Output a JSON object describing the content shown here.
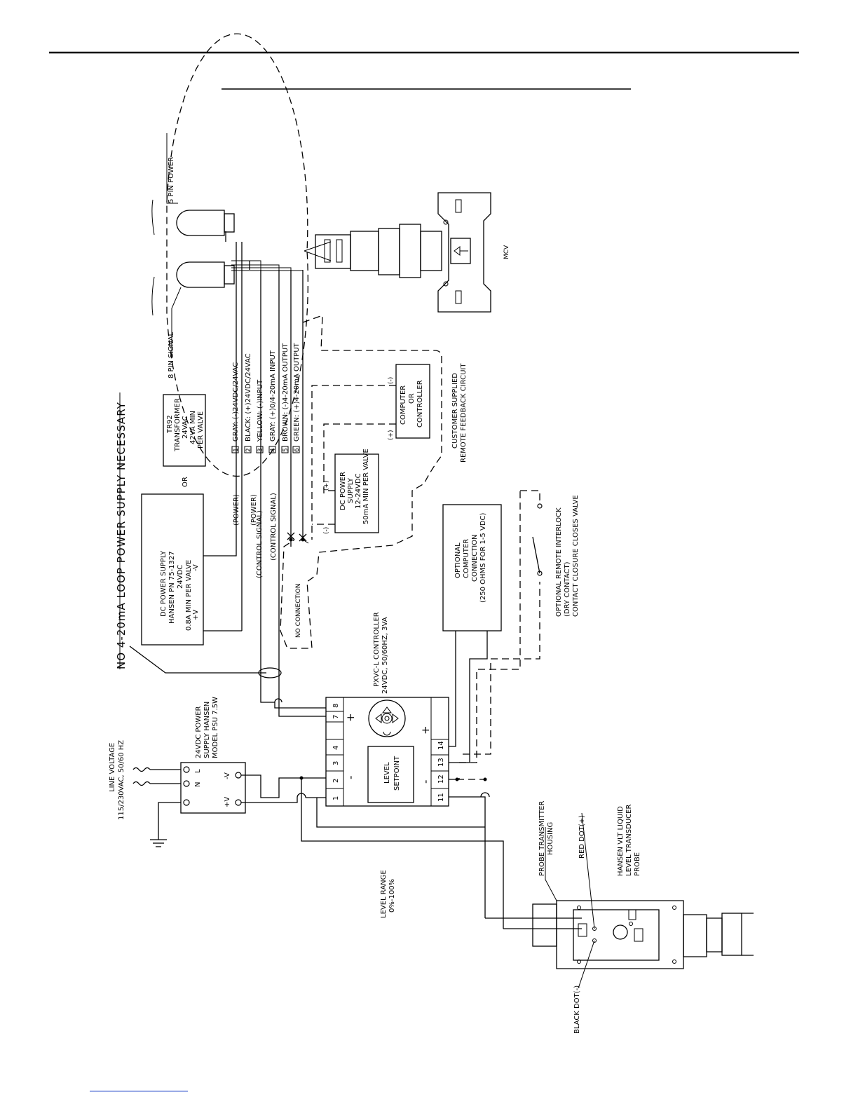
{
  "header": {
    "rule_color": "#000000"
  },
  "main_title": "NO 4-20mA LOOP POWER SUPPLY NECESSARY",
  "line_voltage": {
    "line1": "LINE VOLTAGE",
    "line2": "115/230VAC, 50/60 HZ"
  },
  "psu24": {
    "caption": [
      "24VDC POWER",
      "SUPPLY HANSEN",
      "MODEL PSU 7.5W"
    ],
    "terminals": {
      "l": "L",
      "n": "N",
      "vminus": "-V",
      "vplus": "+V"
    }
  },
  "dc_supply": {
    "lines": [
      "DC POWER SUPPLY",
      "HANSEN PN 75-1327",
      "24VDC",
      "0.8A MIN PER VALVE"
    ],
    "vminus": "-V",
    "vplus": "+V"
  },
  "or_text": "OR",
  "tr92": {
    "lines": [
      "TR92",
      "TRANSFORMER",
      "24VAC",
      "42VA MIN",
      "PER VALVE"
    ]
  },
  "cable_labels": {
    "power1": "(POWER)",
    "power2": "(POWER)",
    "control1": "(CONTROL SIGNAL)",
    "control2": "(CONTROL SIGNAL)"
  },
  "wires": [
    {
      "num": "1",
      "text": "GRAY: (-)24VDC/24VAC"
    },
    {
      "num": "2",
      "text": "BLACK: (+)24VDC/24VAC"
    },
    {
      "num": "3",
      "text": "YELLOW: (-)INPUT"
    },
    {
      "num": "4",
      "text": "GRAY: (+)0/4-20mA INPUT"
    },
    {
      "num": "5",
      "text": "BROWN: (-)4-20mA OUTPUT"
    },
    {
      "num": "6",
      "text": "GREEN: (+)4-20mA OUTPUT"
    }
  ],
  "connectors": {
    "pin5": "5 PIN POWER",
    "pin8": "8 PIN SIGNAL"
  },
  "mcv": "MCV",
  "dc_supply2": {
    "lines": [
      "DC POWER",
      "SUPPLY",
      "12-24VDC",
      "50mA MIN PER VALVE"
    ],
    "plus": "(+)",
    "minus": "(-)"
  },
  "computer": {
    "lines": [
      "COMPUTER",
      "OR",
      "CONTROLLER"
    ],
    "plus": "(+)",
    "minus": "(-)"
  },
  "customer": {
    "line1": "CUSTOMER SUPPLIED",
    "line2": "REMOTE FEEDBACK CIRCUIT"
  },
  "no_connection": "NO CONNECTION",
  "controller": {
    "caption1": "PXVC-L CONTROLLER",
    "caption2": "24VDC, 50/60HZ, 3VA",
    "terminals_left": [
      "1",
      "2",
      "3",
      "4",
      "7",
      "8"
    ],
    "terminals_right": [
      "11",
      "12",
      "13",
      "14"
    ],
    "setpoint1": "LEVEL",
    "setpoint2": "SETPOINT",
    "plus": "+",
    "minus": "-"
  },
  "optional_computer": {
    "lines": [
      "OPTIONAL",
      "COMPUTER",
      "CONNECTION",
      "(250 OHMS FOR 1-5 VDC)"
    ]
  },
  "interlock": {
    "lines": [
      "OPTIONAL REMOTE INTERLOCK",
      "(DRY CONTACT)",
      "CONTACT CLOSURE CLOSES VALVE"
    ]
  },
  "level_range": {
    "line1": "LEVEL RANGE",
    "line2": "0%-100%"
  },
  "probe": {
    "housing1": "PROBE TRANSMITTER",
    "housing2": "HOUSING",
    "red_dot": "RED DOT(+)",
    "black_dot": "BLACK DOT(-)",
    "name": [
      "HANSEN VLT LIQUID",
      "LEVEL TRANSDUCER",
      "PROBE"
    ]
  }
}
